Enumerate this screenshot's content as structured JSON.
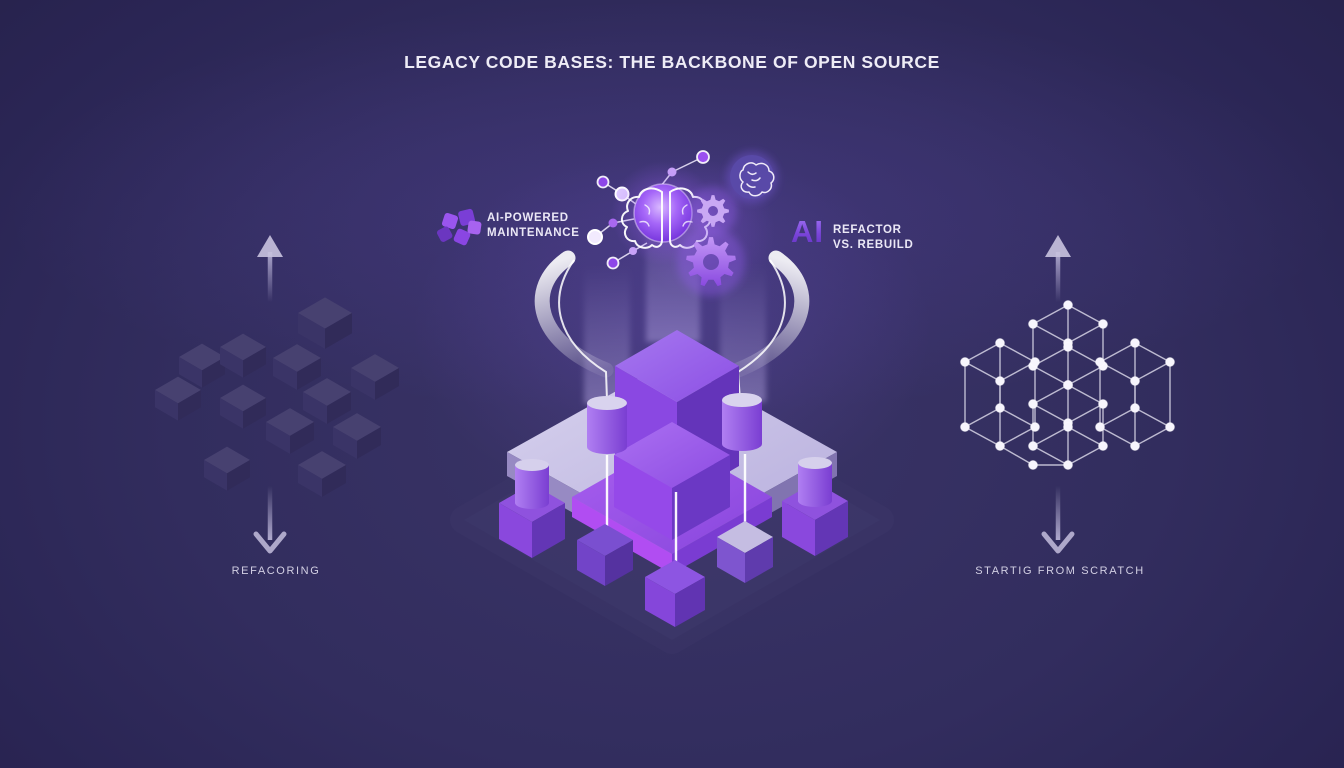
{
  "title": "LEGACY CODE BASES: THE BACKBONE OF OPEN SOURCE",
  "left_figure": {
    "caption": "REFACORING",
    "icons": [
      "arrow-up-icon",
      "arrow-down-icon",
      "scattered-cubes-illustration"
    ]
  },
  "right_figure": {
    "caption": "STARTIG FROM SCRATCH",
    "icons": [
      "arrow-up-icon",
      "arrow-down-icon",
      "node-lattice-illustration"
    ]
  },
  "center_figure": {
    "maintenance_callout": {
      "icon": "cube-cluster-icon",
      "line1": "AI-POWERED",
      "line2": "MAINTENANCE"
    },
    "refactor_callout": {
      "logo": "AI",
      "line1": "REFACTOR",
      "line2": "VS. REBUILD"
    },
    "icons": [
      "brain-orb-icon",
      "gear-icon",
      "gear-icon",
      "neural-scribble-badge-icon",
      "molecule-nodes-icon",
      "light-ribbon-icon",
      "isometric-platform-illustration"
    ]
  },
  "colors": {
    "background": "#2b2656",
    "accent": "#8b45e6",
    "bright_purple": "#a855f7",
    "platform_light": "#cdc7e7",
    "glow": "#b06cff",
    "text_primary": "#eeecf6",
    "text_secondary": "#d2cfe3"
  }
}
